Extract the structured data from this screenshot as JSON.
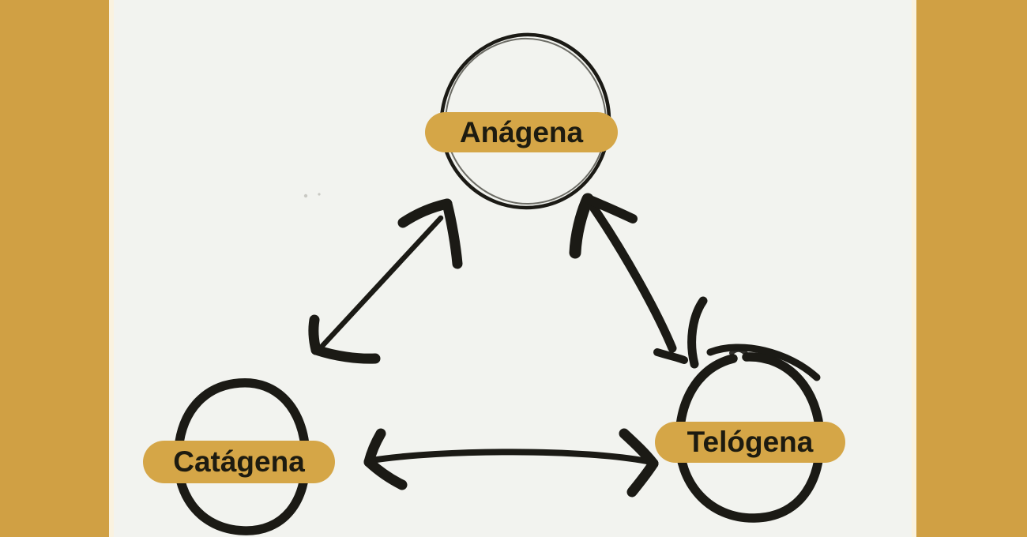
{
  "diagram": {
    "description": "Hand-drawn cycle diagram of three phases connected by double-headed arrows",
    "nodes": [
      {
        "id": "anagena",
        "label": "Anágena",
        "shape": "hand-drawn-circle",
        "position": "top-center"
      },
      {
        "id": "catagena",
        "label": "Catágena",
        "shape": "hand-drawn-circle",
        "position": "bottom-left"
      },
      {
        "id": "telogena",
        "label": "Telógena",
        "shape": "hand-drawn-circle",
        "position": "bottom-right"
      }
    ],
    "edges": [
      {
        "from": "Anágena",
        "to": "Catágena",
        "style": "double-headed-arrow"
      },
      {
        "from": "Anágena",
        "to": "Telógena",
        "style": "double-headed-arrow"
      },
      {
        "from": "Catágena",
        "to": "Telógena",
        "style": "double-headed-arrow"
      }
    ],
    "colors": {
      "side_bar": "#D0A044",
      "side_bar_strip": "#FAF2DF",
      "background": "#F2F3EF",
      "label_pill": "#D5A647",
      "label_text": "#1D1B10",
      "ink": "#1B1A15",
      "ink_soft": "#55544C"
    }
  }
}
